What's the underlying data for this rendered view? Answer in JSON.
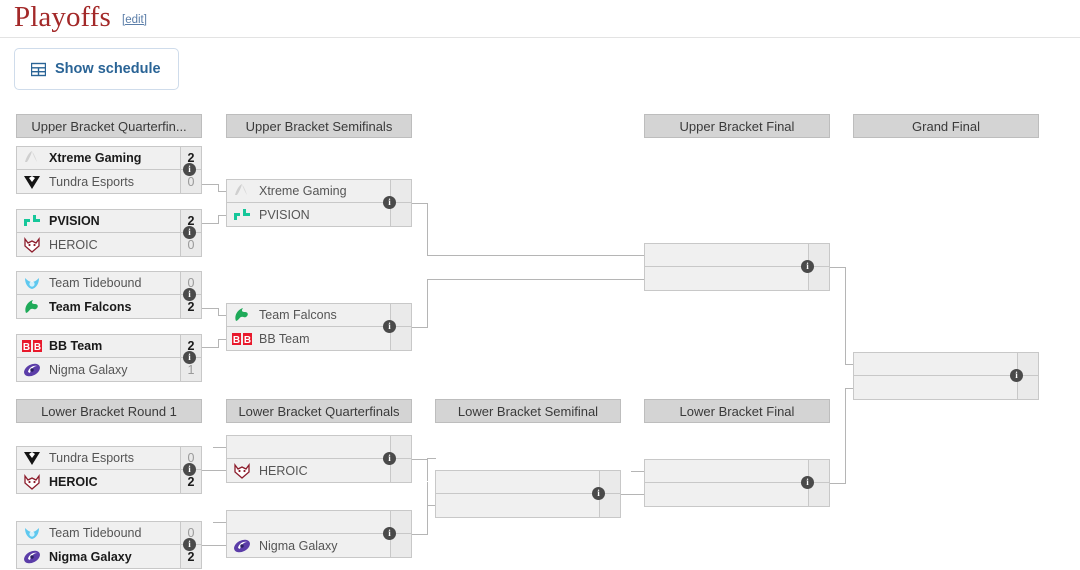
{
  "header": {
    "title": "Playoffs",
    "edit_label": "[edit]",
    "title_color": "#a32929"
  },
  "toolbar": {
    "schedule_label": "Show schedule",
    "schedule_icon": "table-grid-icon",
    "link_color": "#2a6496"
  },
  "info_badge_label": "i",
  "rounds": {
    "ub_quarterfinals": "Upper Bracket Quarterfin...",
    "ub_semifinals": "Upper Bracket Semifinals",
    "ub_final": "Upper Bracket Final",
    "grand_final": "Grand Final",
    "lb_round1": "Lower Bracket Round 1",
    "lb_quarterfinals": "Lower Bracket Quarterfinals",
    "lb_semifinal": "Lower Bracket Semifinal",
    "lb_final": "Lower Bracket Final"
  },
  "matches": {
    "ubqf1": {
      "top": {
        "team": "Xtreme Gaming",
        "logo": "xtreme-gaming-logo",
        "score": "2",
        "winner": true
      },
      "bottom": {
        "team": "Tundra Esports",
        "logo": "tundra-esports-logo",
        "score": "0",
        "winner": false
      }
    },
    "ubqf2": {
      "top": {
        "team": "PVISION",
        "logo": "pvision-logo",
        "score": "2",
        "winner": true
      },
      "bottom": {
        "team": "HEROIC",
        "logo": "heroic-logo",
        "score": "0",
        "winner": false
      }
    },
    "ubqf3": {
      "top": {
        "team": "Team Tidebound",
        "logo": "team-tidebound-logo",
        "score": "0",
        "winner": false
      },
      "bottom": {
        "team": "Team Falcons",
        "logo": "team-falcons-logo",
        "score": "2",
        "winner": true
      }
    },
    "ubqf4": {
      "top": {
        "team": "BB Team",
        "logo": "bb-team-logo",
        "score": "2",
        "winner": true
      },
      "bottom": {
        "team": "Nigma Galaxy",
        "logo": "nigma-galaxy-logo",
        "score": "1",
        "winner": false
      }
    },
    "ubsf1": {
      "top": {
        "team": "Xtreme Gaming",
        "logo": "xtreme-gaming-logo",
        "score": "",
        "winner": false
      },
      "bottom": {
        "team": "PVISION",
        "logo": "pvision-logo",
        "score": "",
        "winner": false
      }
    },
    "ubsf2": {
      "top": {
        "team": "Team Falcons",
        "logo": "team-falcons-logo",
        "score": "",
        "winner": false
      },
      "bottom": {
        "team": "BB Team",
        "logo": "bb-team-logo",
        "score": "",
        "winner": false
      }
    },
    "ubf": {
      "top": {
        "team": "",
        "logo": "",
        "score": "",
        "winner": false
      },
      "bottom": {
        "team": "",
        "logo": "",
        "score": "",
        "winner": false
      }
    },
    "gf": {
      "top": {
        "team": "",
        "logo": "",
        "score": "",
        "winner": false
      },
      "bottom": {
        "team": "",
        "logo": "",
        "score": "",
        "winner": false
      }
    },
    "lbr1m1": {
      "top": {
        "team": "Tundra Esports",
        "logo": "tundra-esports-logo",
        "score": "0",
        "winner": false
      },
      "bottom": {
        "team": "HEROIC",
        "logo": "heroic-logo",
        "score": "2",
        "winner": true
      }
    },
    "lbr1m2": {
      "top": {
        "team": "Team Tidebound",
        "logo": "team-tidebound-logo",
        "score": "0",
        "winner": false
      },
      "bottom": {
        "team": "Nigma Galaxy",
        "logo": "nigma-galaxy-logo",
        "score": "2",
        "winner": true
      }
    },
    "lbqf1": {
      "top": {
        "team": "",
        "logo": "",
        "score": "",
        "winner": false
      },
      "bottom": {
        "team": "HEROIC",
        "logo": "heroic-logo",
        "score": "",
        "winner": false
      }
    },
    "lbqf2": {
      "top": {
        "team": "",
        "logo": "",
        "score": "",
        "winner": false
      },
      "bottom": {
        "team": "Nigma Galaxy",
        "logo": "nigma-galaxy-logo",
        "score": "",
        "winner": false
      }
    },
    "lbsf": {
      "top": {
        "team": "",
        "logo": "",
        "score": "",
        "winner": false
      },
      "bottom": {
        "team": "",
        "logo": "",
        "score": "",
        "winner": false
      }
    },
    "lbf": {
      "top": {
        "team": "",
        "logo": "",
        "score": "",
        "winner": false
      },
      "bottom": {
        "team": "",
        "logo": "",
        "score": "",
        "winner": false
      }
    }
  },
  "team_colors": {
    "xtreme-gaming-logo": "#bfbfbf",
    "tundra-esports-logo": "#141414",
    "pvision-logo": "#16c79a",
    "heroic-logo": "#8c1c2b",
    "team-tidebound-logo": "#5ec8ef",
    "team-falcons-logo": "#1faa59",
    "bb-team-logo": "#e8192c",
    "nigma-galaxy-logo": "#5b3da8"
  }
}
